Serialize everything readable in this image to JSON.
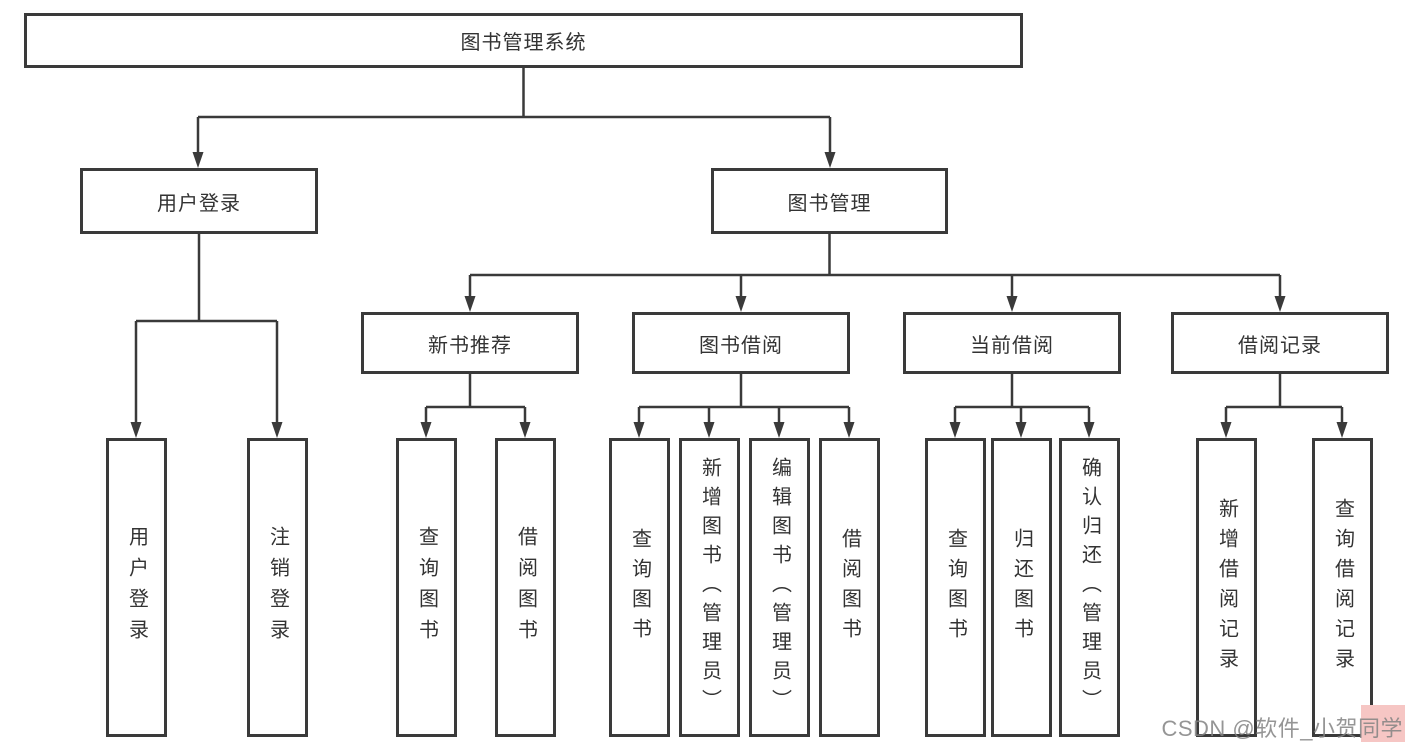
{
  "colors": {
    "line": "#3a3a3a",
    "node_text": "#333333",
    "background": "#ffffff",
    "watermark_text": "#828282",
    "watermark_highlight": "#f6c6c4"
  },
  "tree": {
    "label": "图书管理系统",
    "children": [
      {
        "label": "用户登录",
        "children": [
          {
            "label": "用户登录"
          },
          {
            "label": "注销登录"
          }
        ]
      },
      {
        "label": "图书管理",
        "children": [
          {
            "label": "新书推荐",
            "children": [
              {
                "label": "查询图书"
              },
              {
                "label": "借阅图书"
              }
            ]
          },
          {
            "label": "图书借阅",
            "children": [
              {
                "label": "查询图书"
              },
              {
                "label": "新增图书（管理员）"
              },
              {
                "label": "编辑图书（管理员）"
              },
              {
                "label": "借阅图书"
              }
            ]
          },
          {
            "label": "当前借阅",
            "children": [
              {
                "label": "查询图书"
              },
              {
                "label": "归还图书"
              },
              {
                "label": "确认归还（管理员）"
              }
            ]
          },
          {
            "label": "借阅记录",
            "children": [
              {
                "label": "新增借阅记录"
              },
              {
                "label": "查询借阅记录"
              }
            ]
          }
        ]
      }
    ]
  },
  "watermark": {
    "text": "CSDN @软件_小贺同学"
  }
}
